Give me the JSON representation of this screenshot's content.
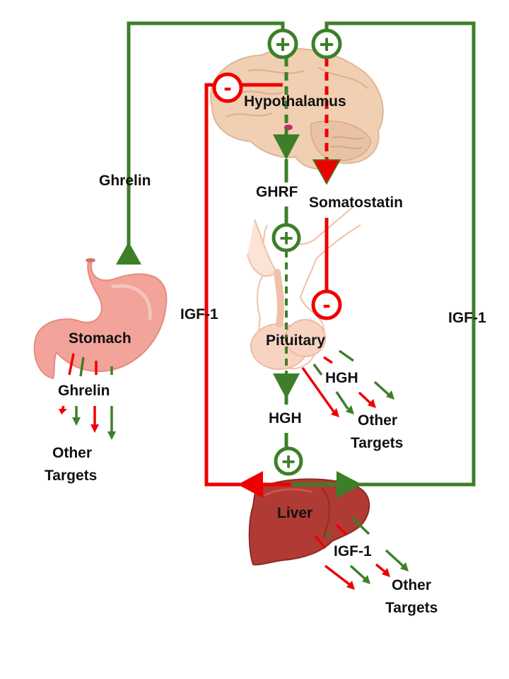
{
  "colors": {
    "stimulate": "#3d7f28",
    "inhibit": "#ee0000",
    "brain": "#f1cfb3",
    "pituitary": "#f7d4c2",
    "stomach": "#f2a39a",
    "liver": "#b03a34",
    "text": "#111111"
  },
  "organs": {
    "hypothalamus": "Hypothalamus",
    "pituitary": "Pituitary",
    "stomach": "Stomach",
    "liver": "Liver"
  },
  "hormones": {
    "ghrelin_loop": "Ghrelin",
    "ghrelin_release": "Ghrelin",
    "ghrf": "GHRF",
    "somatostatin": "Somatostatin",
    "hgh_main": "HGH",
    "hgh_release": "HGH",
    "igf1_left": "IGF-1",
    "igf1_right": "IGF-1",
    "igf1_release": "IGF-1"
  },
  "targets": {
    "stomach": [
      "Other",
      "Targets"
    ],
    "pituitary": [
      "Other",
      "Targets"
    ],
    "liver": [
      "Other",
      "Targets"
    ]
  },
  "signs": {
    "plus": "+",
    "minus": "-"
  }
}
